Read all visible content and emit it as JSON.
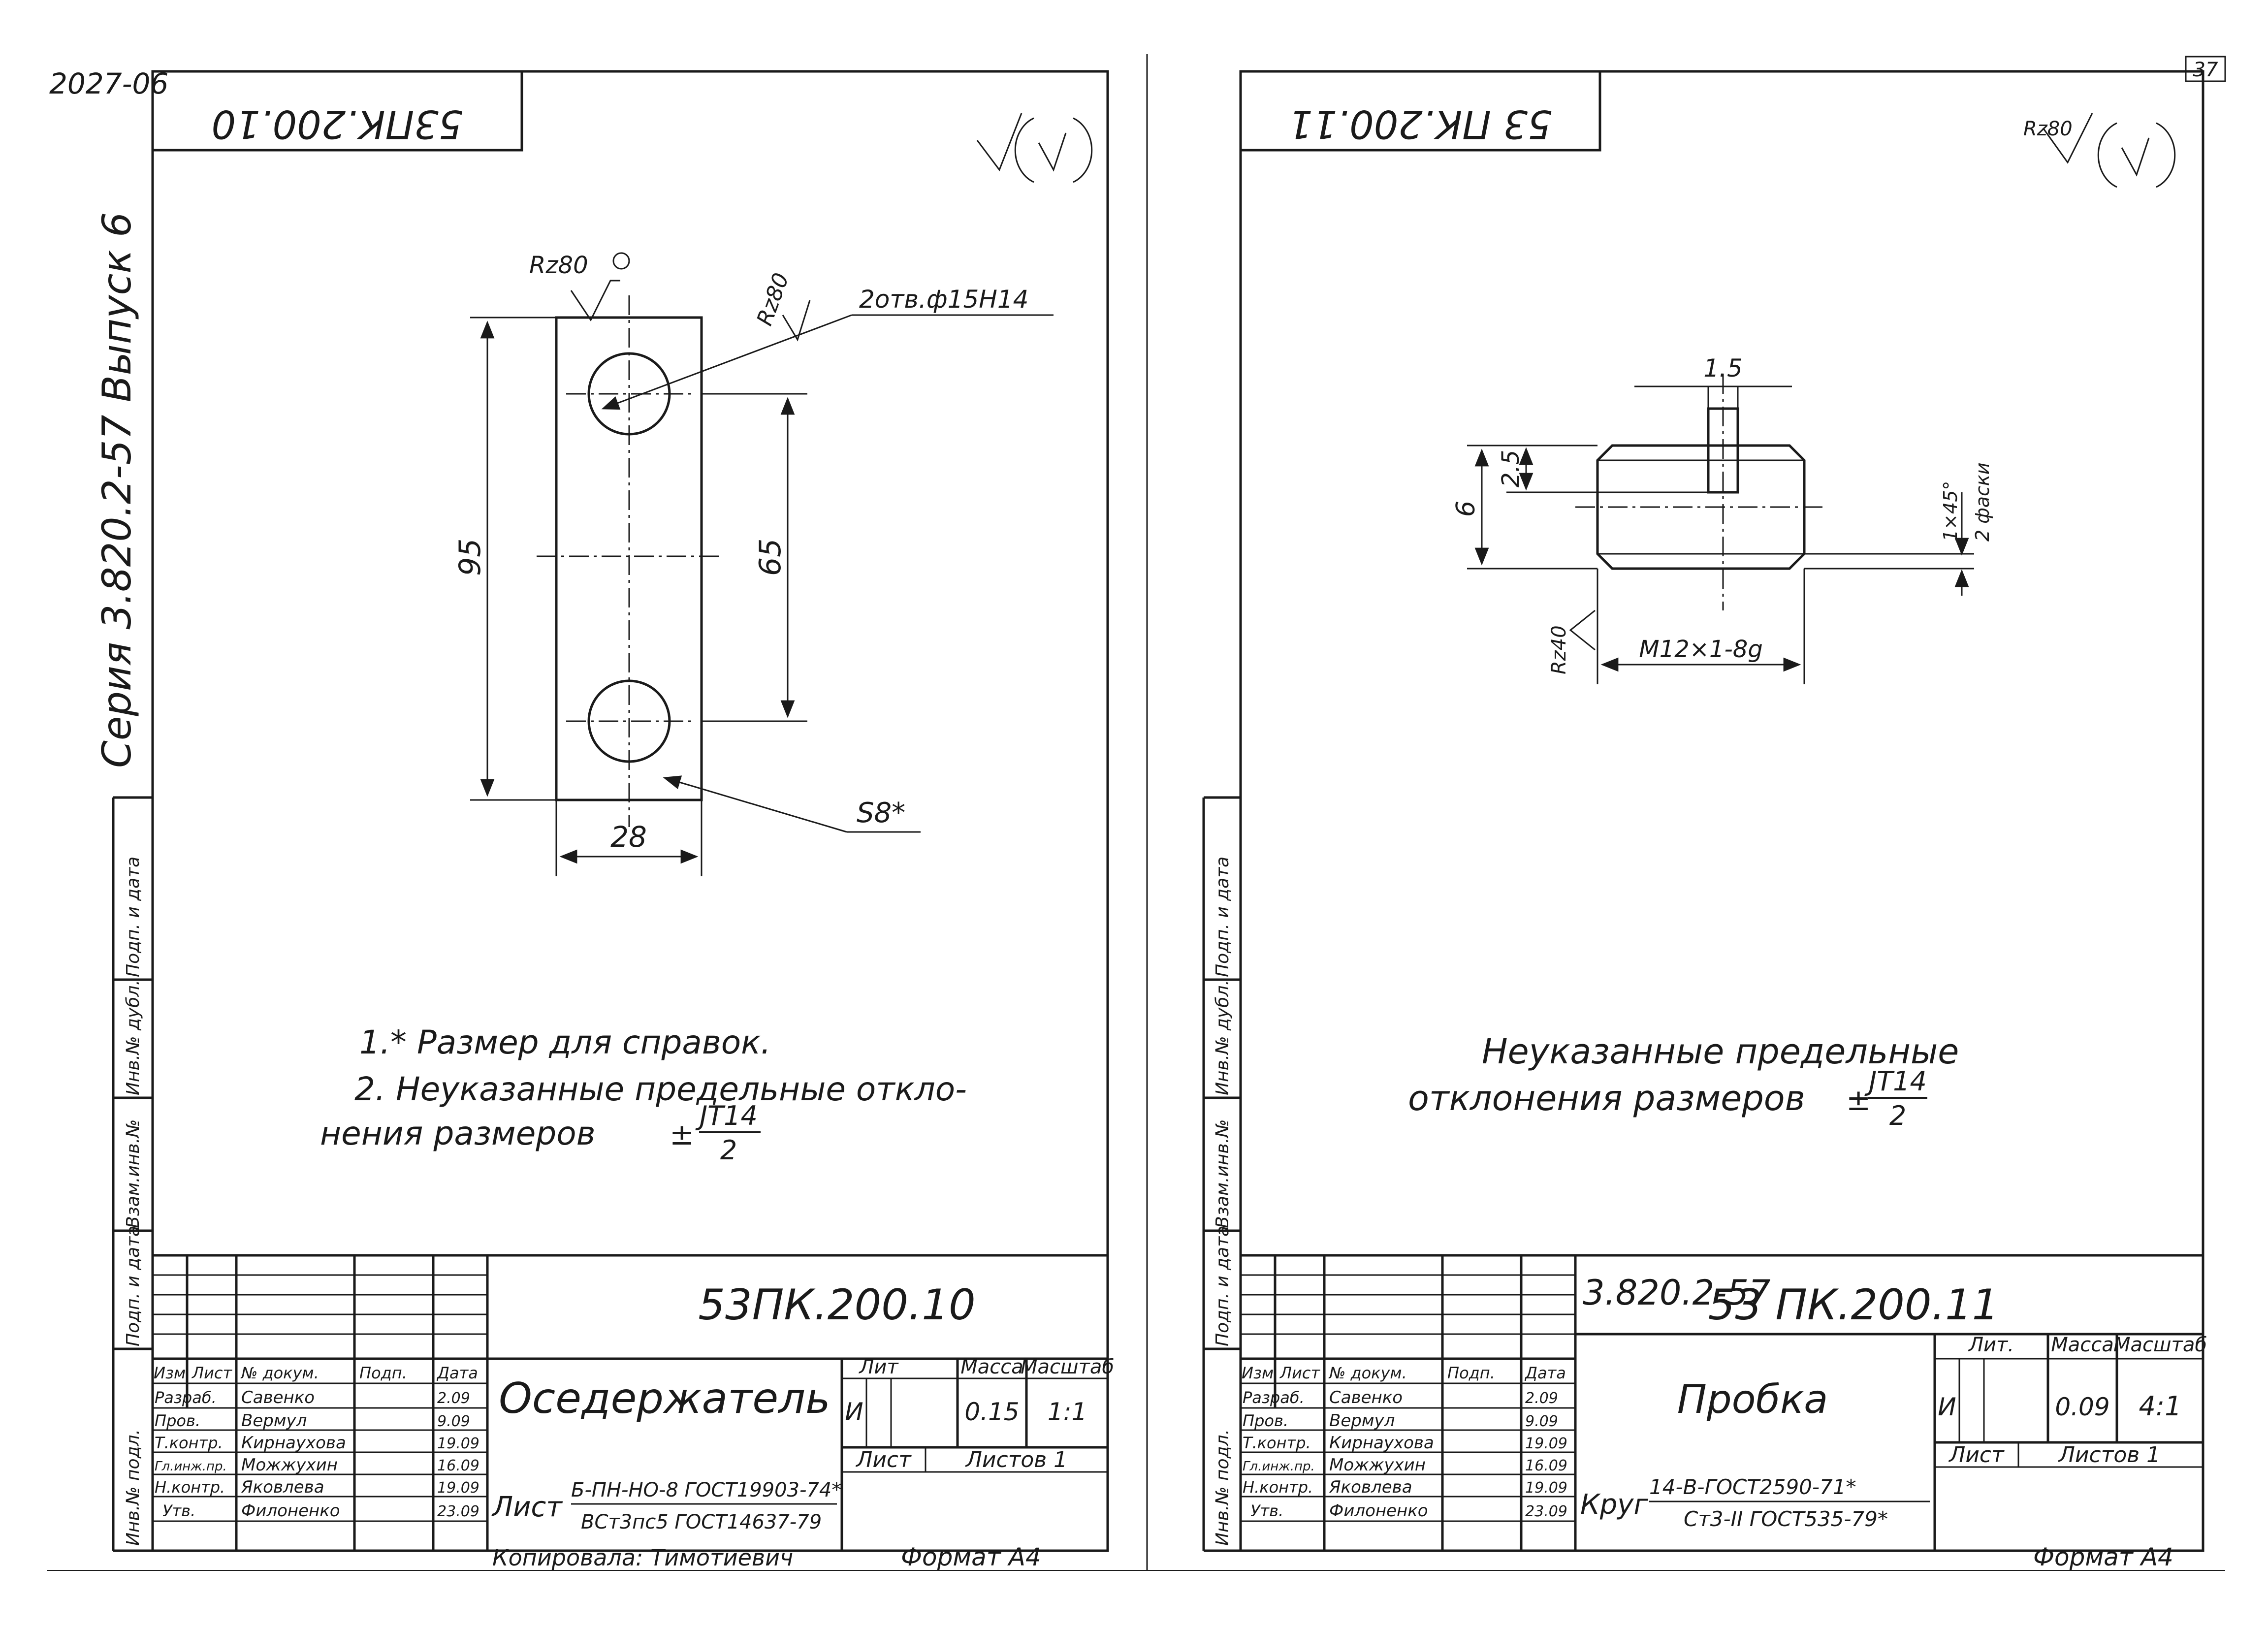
{
  "page": {
    "sheet_number": "37",
    "archive_number": "2027-06"
  },
  "left": {
    "side_label": "Серия 3.820.2-57  Выпуск 6",
    "stamp_code": "53ПК.200.10",
    "roughness_top": "Rz80",
    "roughness_side": "Rz80",
    "hole_callout": "2отв.ф15Н14",
    "dim_95": "95",
    "dim_65": "65",
    "dim_28": "28",
    "thickness": "S8*",
    "note1": "1.* Размер для справок.",
    "note2a": "2. Неуказанные предельные откло-",
    "note2b": "нения размеров",
    "tol_pm": "±",
    "tol_num": "JT14",
    "tol_den": "2",
    "title_code": "53ПК.200.10",
    "part_name": "Оседержатель",
    "lit": "И",
    "mass": "0.15",
    "scale": "1:1",
    "hdr_lit": "Лит",
    "hdr_mass": "Масса",
    "hdr_scale": "Масштаб",
    "hdr_sheet": "Лист",
    "hdr_sheets": "Листов 1",
    "material_prefix": "Лист",
    "material_top": "Б-ПН-НО-8 ГОСТ19903-74*",
    "material_bottom": "ВСт3пс5 ГОСТ14637-79",
    "copied": "Копировала: Тимотиевич",
    "format": "Формат А4",
    "hdr": {
      "izm": "Изм",
      "list": "Лист",
      "doc": "№ докум.",
      "sign": "Подп.",
      "date": "Дата"
    },
    "rows": [
      {
        "role": "Разраб.",
        "name": "Савенко",
        "date": "2.09"
      },
      {
        "role": "Пров.",
        "name": "Вермул",
        "date": "9.09"
      },
      {
        "role": "Т.контр.",
        "name": "Кирнаухова",
        "date": "19.09"
      },
      {
        "role": "Гл.инж.пр.",
        "name": "Можжухин",
        "date": "16.09"
      },
      {
        "role": "Н.контр.",
        "name": "Яковлева",
        "date": "19.09"
      },
      {
        "role": "Утв.",
        "name": "Филоненко",
        "date": "23.09"
      }
    ],
    "margin_fields": [
      "Инв.№ подл.",
      "Подп. и дата",
      "Взам.инв.№",
      "Инв.№ дубл.",
      "Подп. и дата"
    ]
  },
  "right": {
    "stamp_code": "53 ПК.200.11",
    "roughness_top": "Rz80",
    "roughness_side": "Rz40",
    "dim_15": "1.5",
    "dim_25": "2.5",
    "dim_6": "6",
    "chamfer": "1×45°",
    "chamfer_count": "2 фаски",
    "thread": "М12×1-8g",
    "note_a": "Неуказанные предельные",
    "note_b": "отклонения размеров",
    "tol_pm": "±",
    "tol_num": "JT14",
    "tol_den": "2",
    "series": "3.820.2-57",
    "title_code": "53 ПК.200.11",
    "part_name": "Пробка",
    "lit": "И",
    "mass": "0.09",
    "scale": "4:1",
    "hdr_lit": "Лит.",
    "hdr_mass": "Масса",
    "hdr_scale": "Масштаб",
    "hdr_sheet": "Лист",
    "hdr_sheets": "Листов 1",
    "material_prefix": "Круг",
    "material_top": "14-В-ГОСТ2590-71*",
    "material_bottom": "Ст3-II ГОСТ535-79*",
    "format": "Формат А4",
    "hdr": {
      "izm": "Изм",
      "list": "Лист",
      "doc": "№ докум.",
      "sign": "Подп.",
      "date": "Дата"
    },
    "rows": [
      {
        "role": "Разраб.",
        "name": "Савенко",
        "date": "2.09"
      },
      {
        "role": "Пров.",
        "name": "Вермул",
        "date": "9.09"
      },
      {
        "role": "Т.контр.",
        "name": "Кирнаухова",
        "date": "19.09"
      },
      {
        "role": "Гл.инж.пр.",
        "name": "Можжухин",
        "date": "16.09"
      },
      {
        "role": "Н.контр.",
        "name": "Яковлева",
        "date": "19.09"
      },
      {
        "role": "Утв.",
        "name": "Филоненко",
        "date": "23.09"
      }
    ],
    "margin_fields": [
      "Инв.№ подл.",
      "Подп. и дата",
      "Взам.инв.№",
      "Инв.№ дубл.",
      "Подп. и дата"
    ]
  }
}
